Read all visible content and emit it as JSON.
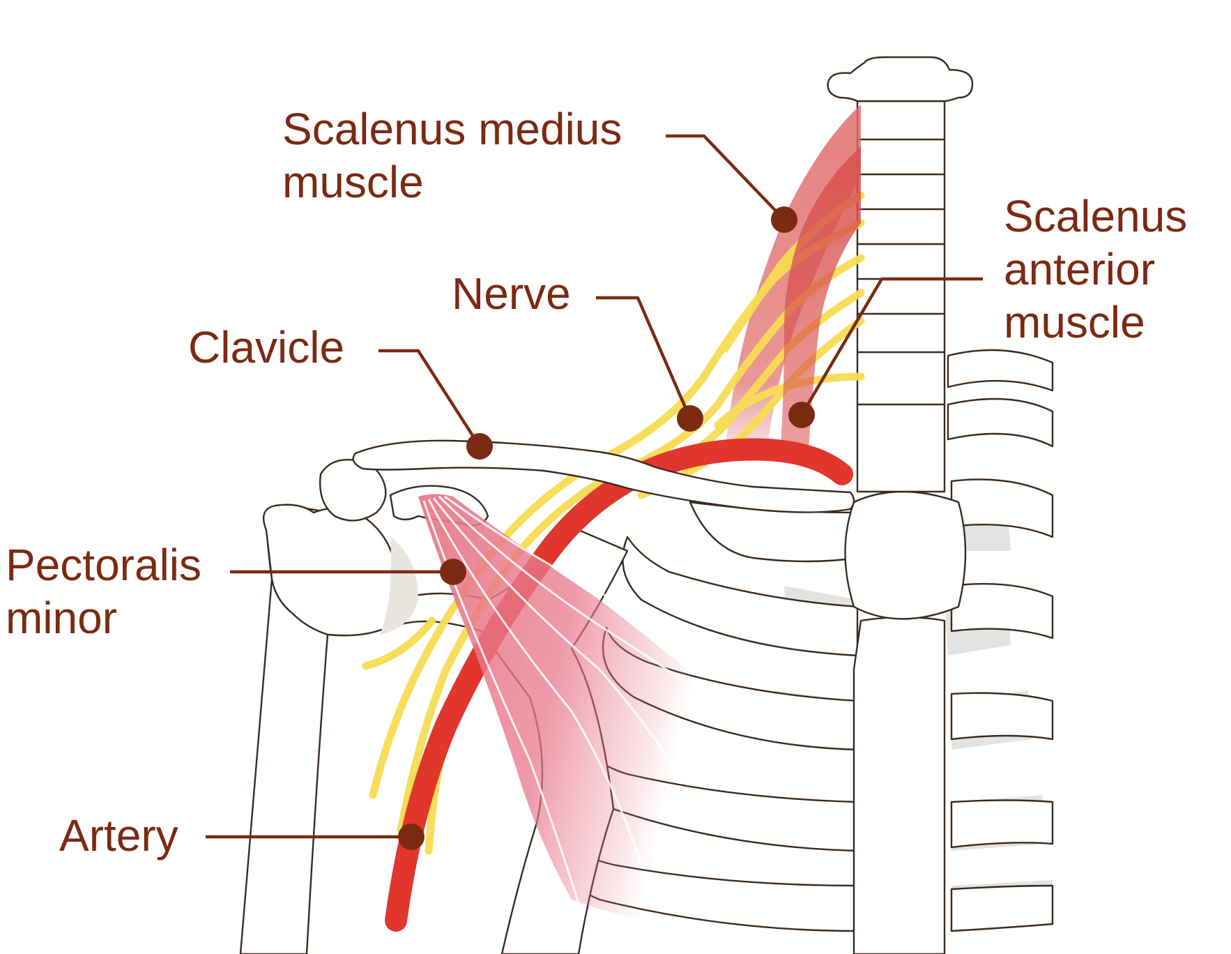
{
  "colors": {
    "label": "#7b2a12",
    "bone_outline": "#3a2a1e",
    "cartilage": "#e3e3e3",
    "nerve": "#f7dc52",
    "artery": "#e0362c",
    "muscle": "#e06a6a",
    "pectoralis": "#e8788a"
  },
  "labels": {
    "scalenus_medius": {
      "line1": "Scalenus medius",
      "line2": "muscle"
    },
    "scalenus_anterior": {
      "line1": "Scalenus",
      "line2": "anterior",
      "line3": "muscle"
    },
    "nerve": "Nerve",
    "clavicle": "Clavicle",
    "pectoralis_minor": {
      "line1": "Pectoralis",
      "line2": "minor"
    },
    "artery": "Artery"
  },
  "icons": [
    "leader-dot-marker"
  ]
}
